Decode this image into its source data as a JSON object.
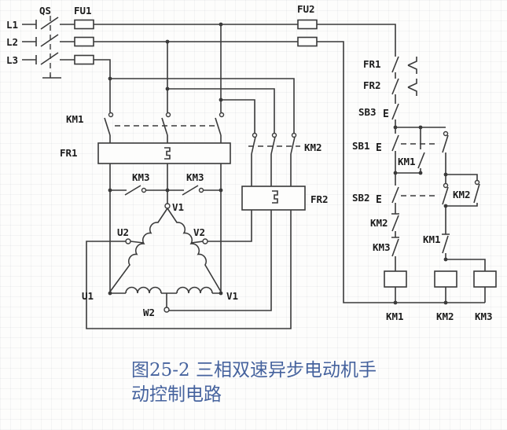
{
  "labels": {
    "l1": "L1",
    "l2": "L2",
    "l3": "L3",
    "qs": "QS",
    "fu1": "FU1",
    "fu2": "FU2",
    "km1_main": "KM1",
    "fr1_main": "FR1",
    "km3_a": "KM3",
    "km3_b": "KM3",
    "km2_main": "KM2",
    "fr2_main": "FR2",
    "v1_top": "V1",
    "u2": "U2",
    "v2": "V2",
    "u1": "U1",
    "v1_br": "V1",
    "w2": "W2",
    "fr1_nc": "FR1",
    "fr2_nc": "FR2",
    "sb3": "SB3",
    "sb1": "SB1",
    "sb2": "SB2",
    "km1_hold": "KM1",
    "km2_hold": "KM2",
    "km2_nc": "KM2",
    "km3_nc": "KM3",
    "km1_nc": "KM1",
    "coil_km1": "KM1",
    "coil_km2": "KM2",
    "coil_km3": "KM3",
    "button_actuator": "E"
  },
  "caption": {
    "line1": "图25-2 三相双速异步电动机手",
    "line2": "动控制电路"
  },
  "colors": {
    "wire": "#3a3a3a",
    "caption": "#46639e",
    "background": "#fdfdfc"
  }
}
